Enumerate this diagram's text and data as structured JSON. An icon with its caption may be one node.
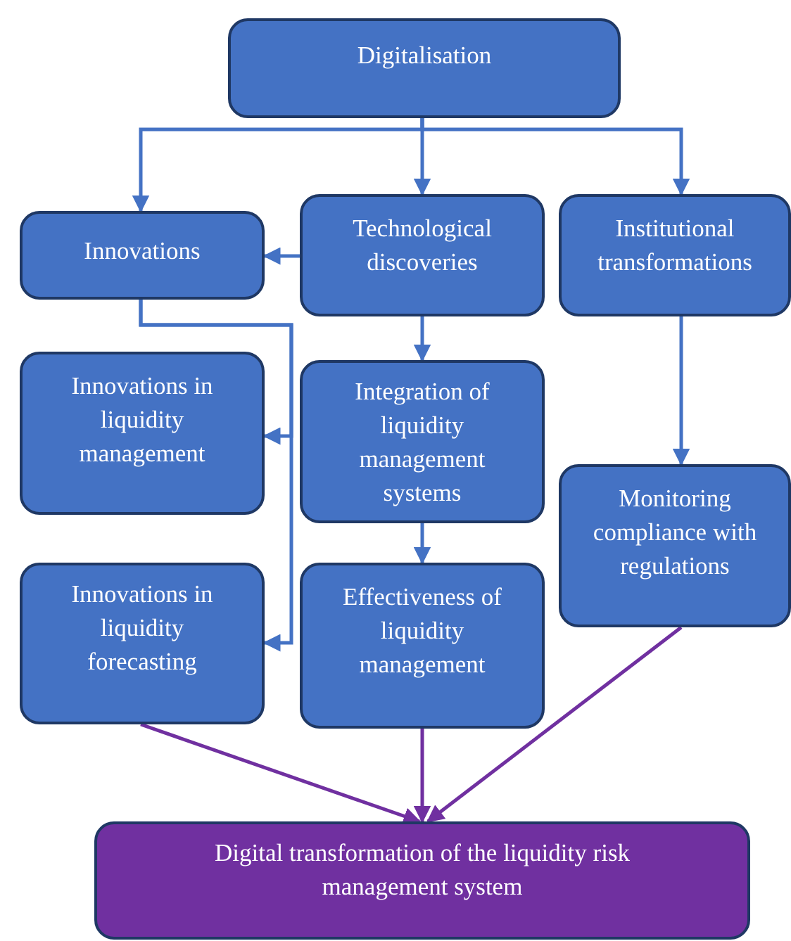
{
  "diagram": {
    "nodes": [
      {
        "text": [
          "Digitalisation"
        ]
      },
      {
        "text": [
          "Innovations"
        ]
      },
      {
        "text": [
          "Technological discoveries"
        ]
      },
      {
        "text": [
          "Institutional transformations"
        ]
      },
      {
        "text": [
          "Innovations in liquidity management"
        ]
      },
      {
        "text": [
          "Integration of liquidity management systems"
        ]
      },
      {
        "text": [
          "Monitoring compliance with regulations"
        ]
      },
      {
        "text": [
          "Innovations in liquidity forecasting"
        ]
      },
      {
        "text": [
          "Effectiveness of liquidity management"
        ]
      },
      {
        "text": [
          "Digital transformation of the liquidity risk management system"
        ]
      }
    ],
    "edges": [
      {
        "from": 0,
        "to": 1,
        "arrow": "to"
      },
      {
        "from": 0,
        "to": 2,
        "arrow": "to"
      },
      {
        "from": 0,
        "to": 3,
        "arrow": "to"
      },
      {
        "from": 2,
        "to": 1,
        "arrow": "to"
      },
      {
        "from": 1,
        "to": 4,
        "arrow": "to"
      },
      {
        "from": 1,
        "to": 7,
        "arrow": "to"
      },
      {
        "from": 2,
        "to": 5,
        "arrow": "to"
      },
      {
        "from": 5,
        "to": 8,
        "arrow": "to"
      },
      {
        "from": 3,
        "to": 6,
        "arrow": "to"
      },
      {
        "from": 7,
        "to": 9,
        "arrow": "to",
        "color": "#7030a0"
      },
      {
        "from": 8,
        "to": 9,
        "arrow": "to",
        "color": "#7030a0"
      },
      {
        "from": 6,
        "to": 9,
        "arrow": "to",
        "color": "#7030a0"
      }
    ]
  }
}
